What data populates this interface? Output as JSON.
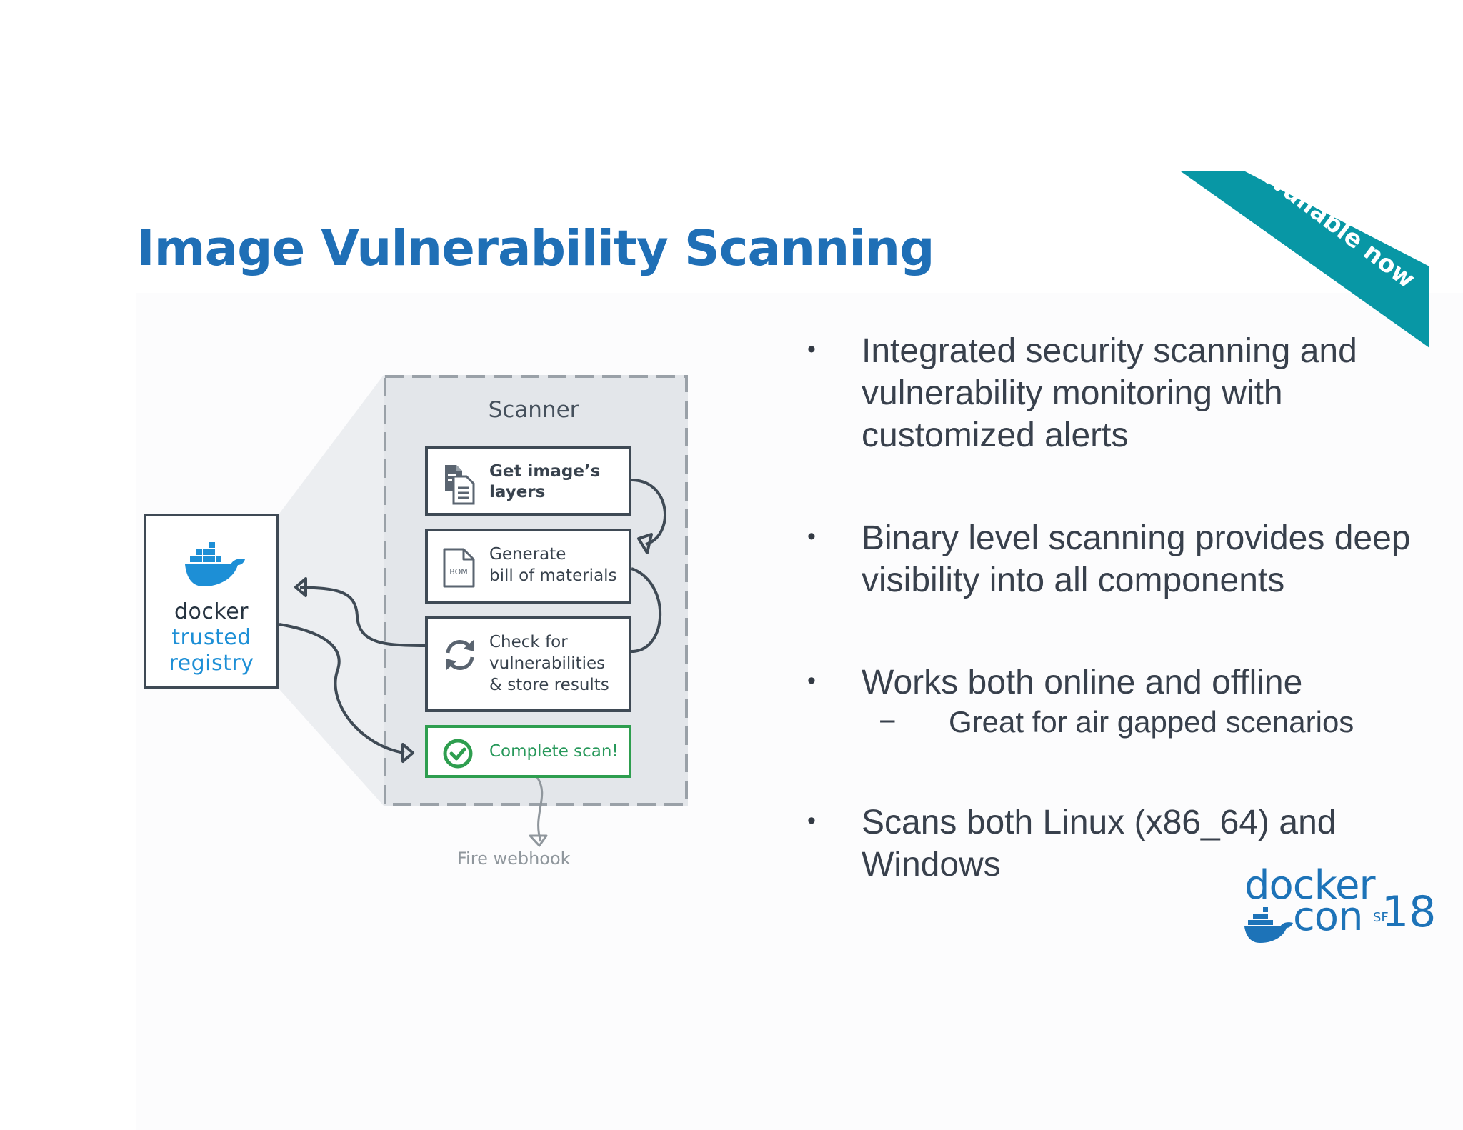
{
  "slide": {
    "title": "Image Vulnerability Scanning",
    "ribbon": "available now"
  },
  "diagram": {
    "registry": {
      "line1": "docker",
      "line2": "trusted",
      "line3": "registry"
    },
    "scanner_label": "Scanner",
    "steps": [
      {
        "line1": "Get image’s",
        "line2": "layers",
        "icon": "document-layers-icon"
      },
      {
        "line1": "Generate",
        "line2": "bill of materials",
        "icon": "bom-document-icon",
        "icon_text": "BOM"
      },
      {
        "line1": "Check for",
        "line2": "vulnerabilities",
        "line3": "& store results",
        "icon": "refresh-icon"
      },
      {
        "line1": "Complete scan!",
        "icon": "check-circle-icon"
      }
    ],
    "webhook": "Fire webhook"
  },
  "bullets": [
    {
      "text": "Integrated security scanning and vulnerability monitoring with customized alerts"
    },
    {
      "text": "Binary level scanning provides deep visibility into all components"
    },
    {
      "text": "Works both online and offline",
      "sub": "Great for air gapped scenarios"
    },
    {
      "text": "Scans both Linux (x86_64) and Windows"
    }
  ],
  "logo": {
    "word1": "docker",
    "word2": "con",
    "number": "18",
    "city": "SF"
  },
  "colors": {
    "title": "#1f6fb6",
    "ribbon": "#0897a5",
    "docker_blue": "#1d8fd6",
    "complete_green": "#2e9e4f",
    "bullet_text": "#38404c"
  }
}
